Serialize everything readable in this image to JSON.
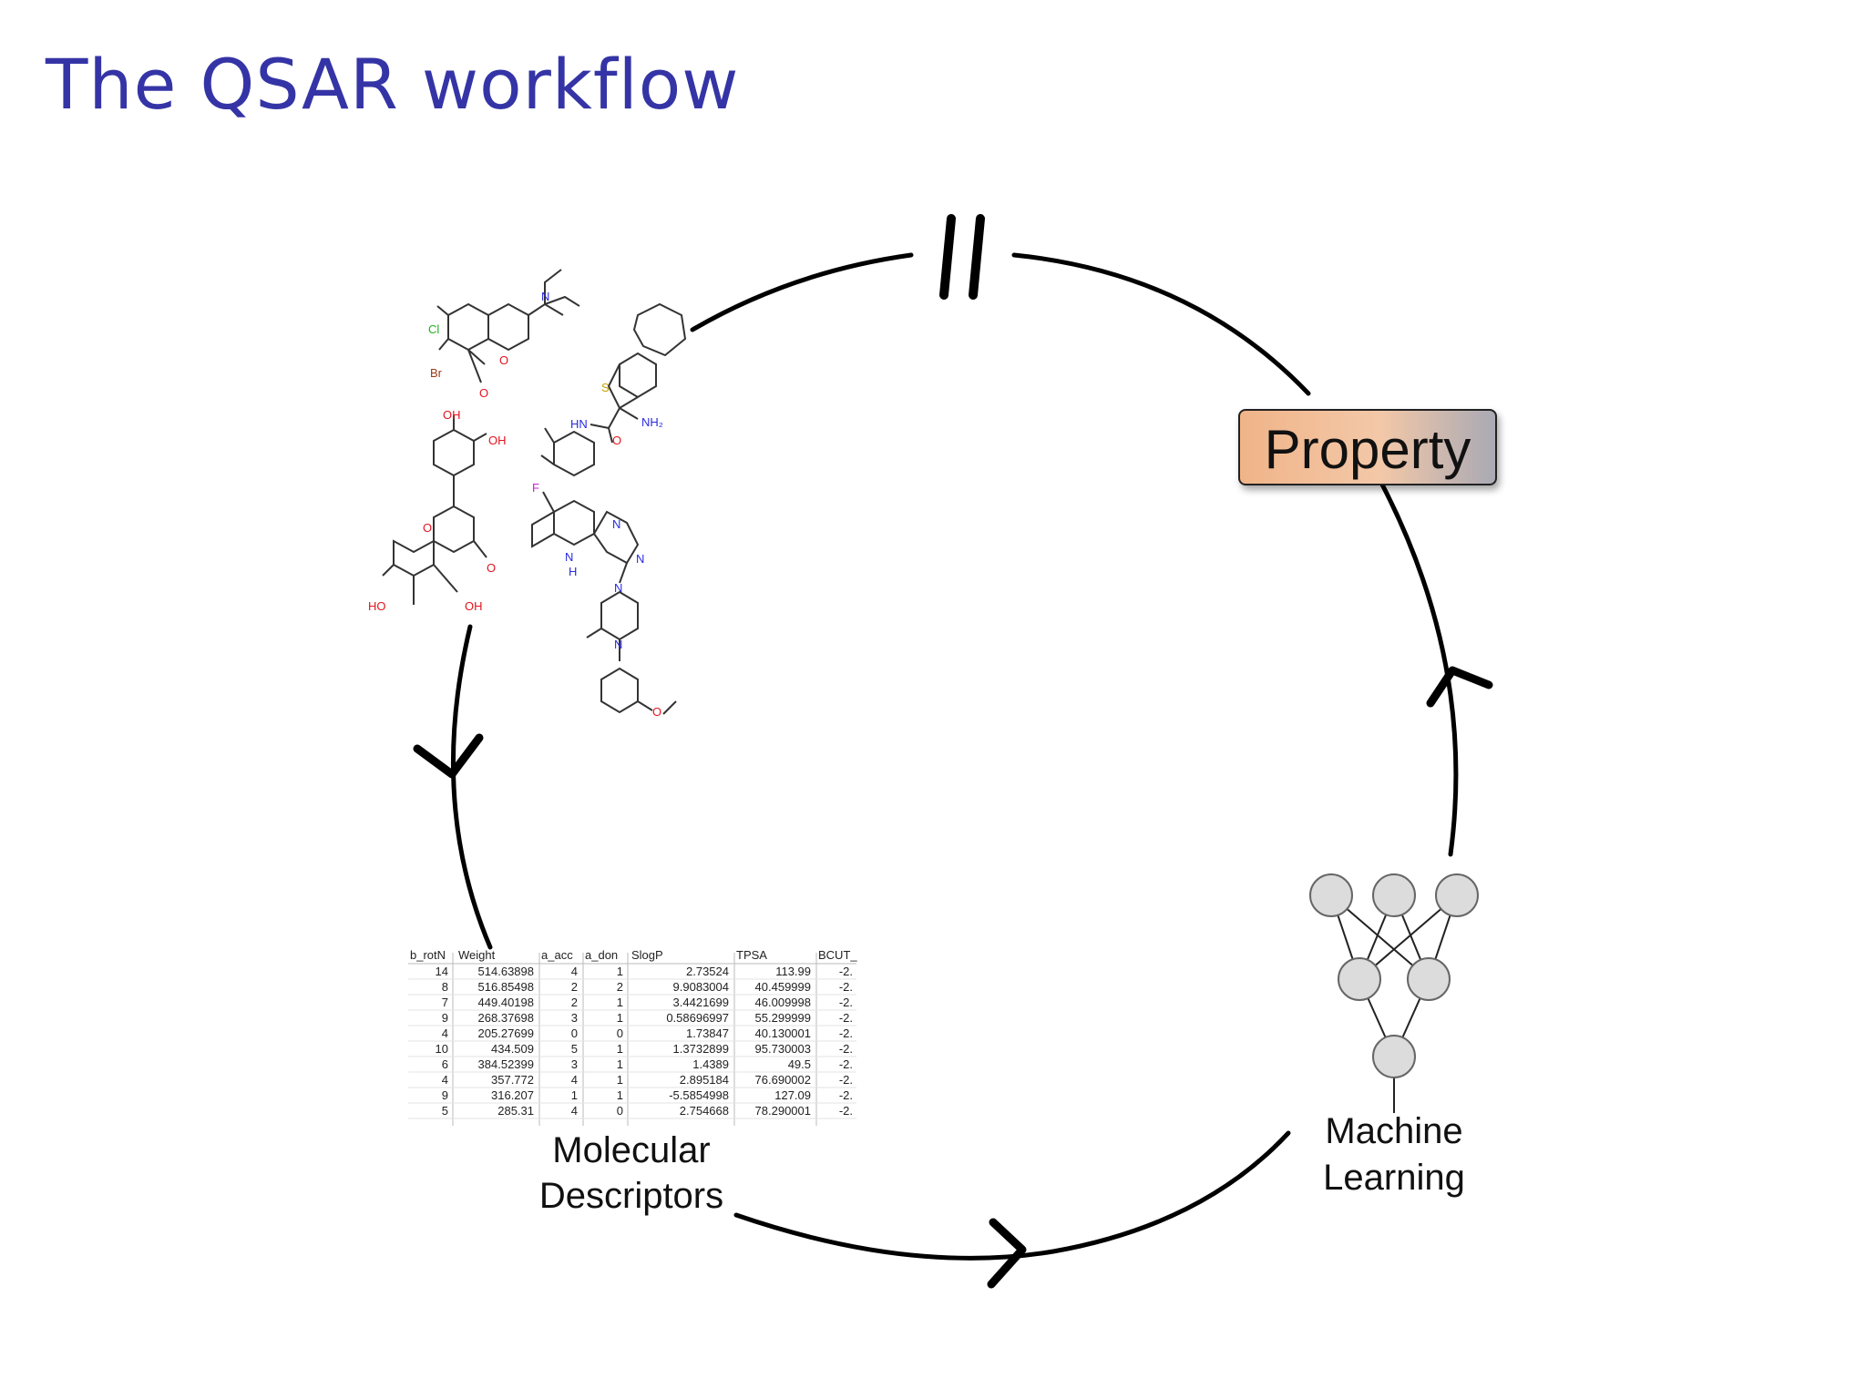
{
  "title": "The QSAR workflow",
  "labels": {
    "property": "Property",
    "machine_line1": "Machine",
    "machine_line2": "Learning",
    "desc_line1": "Molecular",
    "desc_line2": "Descriptors"
  },
  "molecules": {
    "atoms": [
      "Cl",
      "Br",
      "O",
      "O",
      "N",
      "S",
      "HN",
      "O",
      "NH₂",
      "OH",
      "OH",
      "O",
      "O",
      "HO",
      "OH",
      "F",
      "N",
      "N",
      "N",
      "H",
      "N",
      "N",
      "O"
    ]
  },
  "descriptor_table": {
    "headers": [
      "b_rotN",
      "Weight",
      "a_acc",
      "a_don",
      "SlogP",
      "TPSA",
      "BCUT_"
    ],
    "rows": [
      [
        "14",
        "514.63898",
        "4",
        "1",
        "2.73524",
        "113.99",
        "-2."
      ],
      [
        "8",
        "516.85498",
        "2",
        "2",
        "9.9083004",
        "40.459999",
        "-2."
      ],
      [
        "7",
        "449.40198",
        "2",
        "1",
        "3.4421699",
        "46.009998",
        "-2."
      ],
      [
        "9",
        "268.37698",
        "3",
        "1",
        "0.58696997",
        "55.299999",
        "-2."
      ],
      [
        "4",
        "205.27699",
        "0",
        "0",
        "1.73847",
        "40.130001",
        "-2."
      ],
      [
        "10",
        "434.509",
        "5",
        "1",
        "1.3732899",
        "95.730003",
        "-2."
      ],
      [
        "6",
        "384.52399",
        "3",
        "1",
        "1.4389",
        "49.5",
        "-2."
      ],
      [
        "4",
        "357.772",
        "4",
        "1",
        "2.895184",
        "76.690002",
        "-2."
      ],
      [
        "9",
        "316.207",
        "1",
        "1",
        "-5.5854998",
        "127.09",
        "-2."
      ],
      [
        "5",
        "285.31",
        "4",
        "0",
        "2.754668",
        "78.290001",
        "-2."
      ]
    ]
  },
  "colors": {
    "title": "#3534a6",
    "property_gradient_start": "#f0b488",
    "property_gradient_end": "#a9a9b4",
    "oxygen": "#e0141e",
    "nitrogen": "#2a2ae0",
    "chlorine": "#22b022",
    "bromine": "#9a3a1a",
    "fluorine": "#d020d0",
    "sulfur": "#c8a000"
  },
  "icons": {
    "break_mark": "double-slash-icon",
    "neural_network": "neural-network-icon",
    "arrow_heads": "chevron-arrow-icon"
  }
}
